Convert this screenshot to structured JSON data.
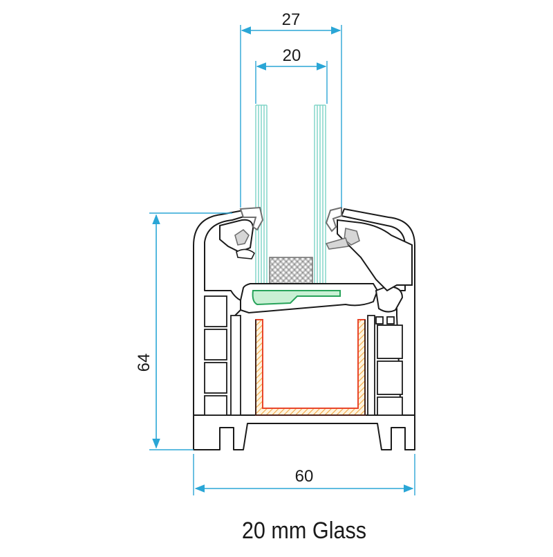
{
  "dimensions": {
    "outer_glass_width": "27",
    "inner_glass_width": "20",
    "frame_height": "64",
    "frame_width": "60"
  },
  "caption": "20 mm Glass",
  "colors": {
    "dimension_line": "#2aa6d6",
    "profile_outline": "#1a1a1a",
    "glass_lines": "#7ad3c4",
    "gasket": "#7a7a7a",
    "spacer": "#a8a8a8",
    "setting_block": "#27a35a",
    "steel_reinforcement": "#e8452a",
    "steel_hatch": "#f4a640"
  }
}
